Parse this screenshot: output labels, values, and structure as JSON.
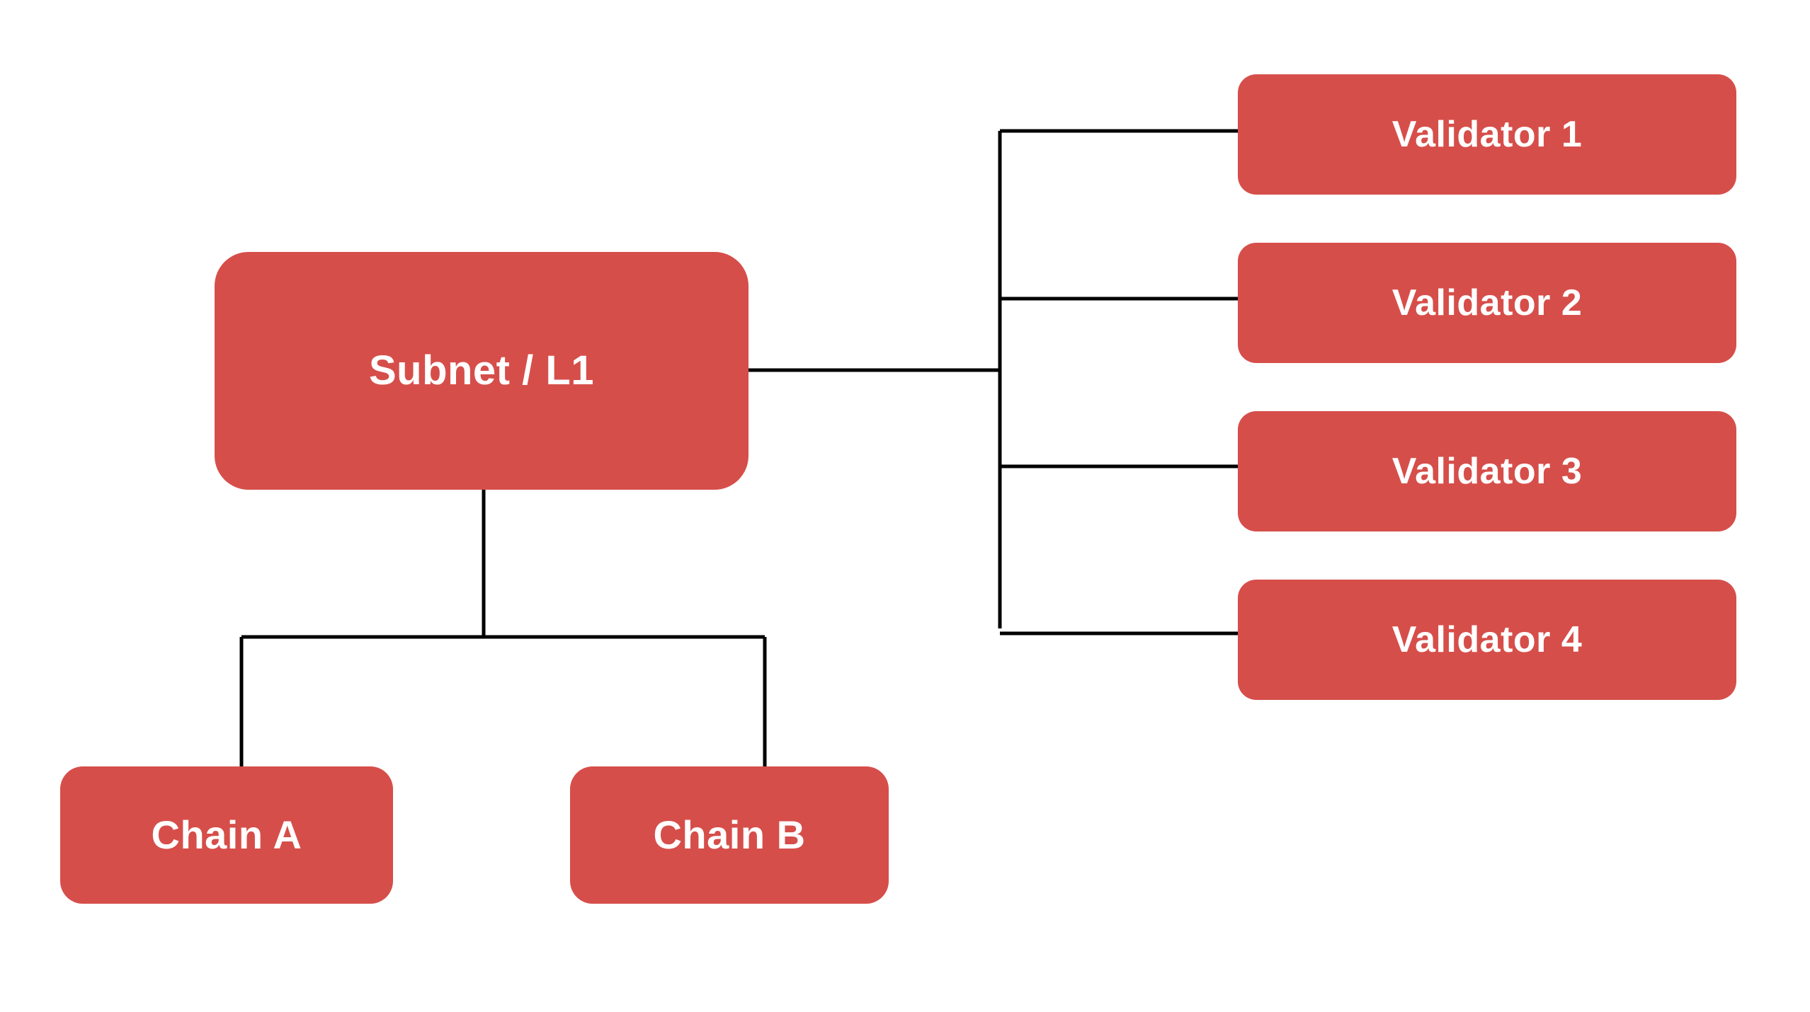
{
  "diagram": {
    "title": "Subnet / L1 architecture tree",
    "background_color": "#ffffff",
    "node_color": "#d64e4a",
    "node_text_color": "#ffffff",
    "connector_color": "#000000",
    "root": {
      "id": "subnet",
      "label": "Subnet / L1"
    },
    "validators": [
      {
        "id": "validator-1",
        "label": "Validator 1"
      },
      {
        "id": "validator-2",
        "label": "Validator 2"
      },
      {
        "id": "validator-3",
        "label": "Validator 3"
      },
      {
        "id": "validator-4",
        "label": "Validator 4"
      }
    ],
    "chains": [
      {
        "id": "chain-a",
        "label": "Chain A"
      },
      {
        "id": "chain-b",
        "label": "Chain B"
      }
    ]
  }
}
